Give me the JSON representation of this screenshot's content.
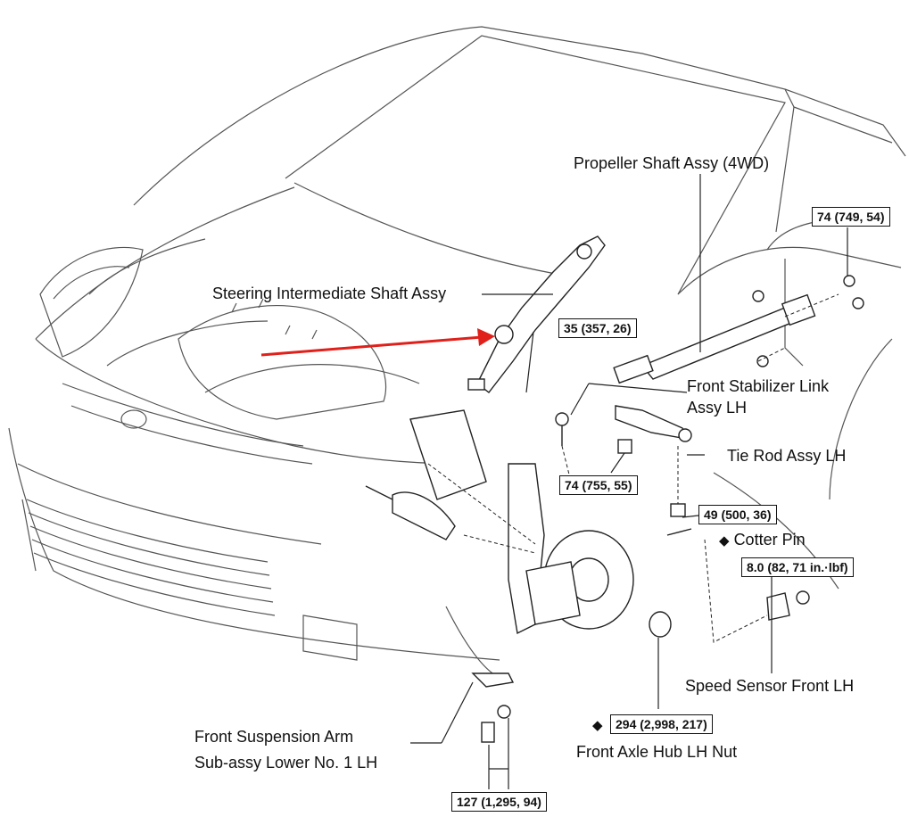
{
  "labels": {
    "propeller_shaft": "Propeller Shaft Assy (4WD)",
    "steering_shaft": "Steering Intermediate Shaft Assy",
    "stabilizer_link_line1": "Front Stabilizer Link",
    "stabilizer_link_line2": "Assy LH",
    "tie_rod": "Tie Rod Assy LH",
    "cotter_pin": "Cotter Pin",
    "speed_sensor": "Speed Sensor Front LH",
    "hub_nut": "Front Axle Hub LH Nut",
    "suspension_arm_line1": "Front Suspension Arm",
    "suspension_arm_line2": "Sub-assy Lower No. 1 LH"
  },
  "torques": {
    "propeller": "74 (749, 54)",
    "steering": "35 (357, 26)",
    "stabilizer": "74 (755, 55)",
    "tie_rod": "49 (500, 36)",
    "speed_sensor": "8.0 (82, 71 in.·lbf)",
    "hub_nut": "294 (2,998, 217)",
    "suspension": "127 (1,295, 94)"
  },
  "symbols": {
    "diamond": "◆"
  },
  "colors": {
    "line": "#333333",
    "arrow": "#e0201b"
  }
}
